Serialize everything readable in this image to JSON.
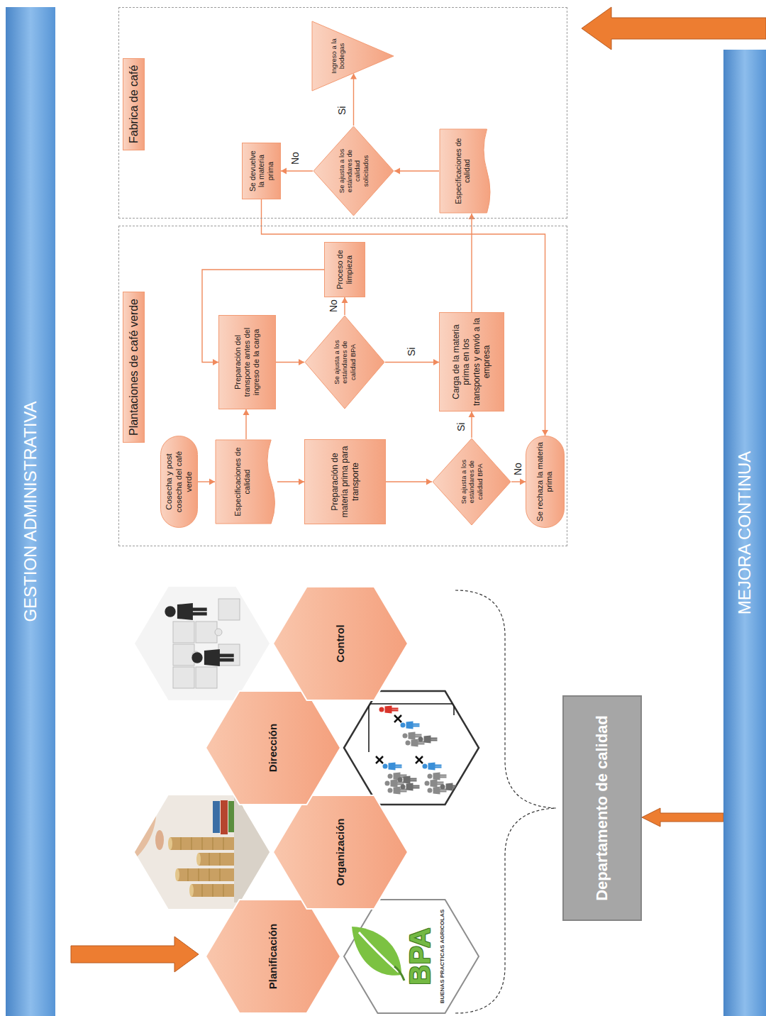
{
  "diagram": {
    "nodes": [
      {
        "text": [
          "GESTION ADMINISTRATIVA"
        ]
      },
      {
        "text": [
          "MEJORA CONTINUA"
        ]
      },
      {
        "text": [
          "Planificación"
        ]
      },
      {
        "text": [
          "Organización"
        ]
      },
      {
        "text": [
          "Dirección"
        ]
      },
      {
        "text": [
          "Control"
        ]
      },
      {
        "text": [
          "Departamento de calidad"
        ]
      },
      {
        "text": [
          "Plantaciones de café verde"
        ]
      },
      {
        "text": [
          "Fabrica de café"
        ]
      },
      {
        "text": [
          "Cosecha y post cosecha del café verde"
        ],
        "in": 7
      },
      {
        "text": [
          "Especificaciones de calidad"
        ],
        "in": 7
      },
      {
        "text": [
          "Preparación de materia prima para transporte"
        ],
        "in": 7
      },
      {
        "text": [
          "Se ajusta a los estándares de calidad BPA"
        ],
        "in": 7
      },
      {
        "text": [
          "Se rechaza la materia prima"
        ],
        "in": 7
      },
      {
        "text": [
          "Preparación del transporte antes del ingreso de la carga"
        ],
        "in": 7
      },
      {
        "text": [
          "Se ajusta a los estándares de calidad BPA"
        ],
        "in": 7
      },
      {
        "text": [
          "Proceso de limpieza"
        ],
        "in": 7
      },
      {
        "text": [
          "Carga de la materia prima en los transportes y envió a la empresa"
        ],
        "in": 7
      },
      {
        "text": [
          "Especificaciones de calidad"
        ],
        "in": 8
      },
      {
        "text": [
          "Se ajusta a los estándares de calidad solicitados"
        ],
        "in": 8
      },
      {
        "text": [
          "Se devuelve la materia prima"
        ],
        "in": 8
      },
      {
        "text": [
          "Ingreso a la bodegas"
        ],
        "in": 8
      }
    ],
    "edges": [
      {
        "from": 9,
        "to": 10,
        "arrow": "to"
      },
      {
        "from": 10,
        "to": 11,
        "arrow": "to"
      },
      {
        "from": 10,
        "to": 14,
        "arrow": "to"
      },
      {
        "from": 11,
        "to": 12,
        "arrow": "to"
      },
      {
        "from": 12,
        "to": 13,
        "label": "No",
        "arrow": "to"
      },
      {
        "from": 12,
        "to": 17,
        "label": "Si",
        "arrow": "to"
      },
      {
        "from": 14,
        "to": 15,
        "arrow": "to"
      },
      {
        "from": 15,
        "to": 16,
        "label": "No",
        "arrow": "to"
      },
      {
        "from": 16,
        "to": 14,
        "arrow": "to"
      },
      {
        "from": 15,
        "to": 17,
        "label": "Si",
        "arrow": "to"
      },
      {
        "from": 17,
        "to": 18,
        "arrow": "to"
      },
      {
        "from": 18,
        "to": 19,
        "arrow": "to"
      },
      {
        "from": 19,
        "to": 21,
        "label": "Si",
        "arrow": "to"
      },
      {
        "from": 19,
        "to": 20,
        "label": "No",
        "arrow": "to"
      },
      {
        "from": 20,
        "to": 13,
        "arrow": "to"
      },
      {
        "from": 1,
        "to": 6,
        "arrow": "to"
      }
    ],
    "labels": [
      "BPA",
      "BUENAS PRACTICAS AGRICOLAS"
    ]
  }
}
